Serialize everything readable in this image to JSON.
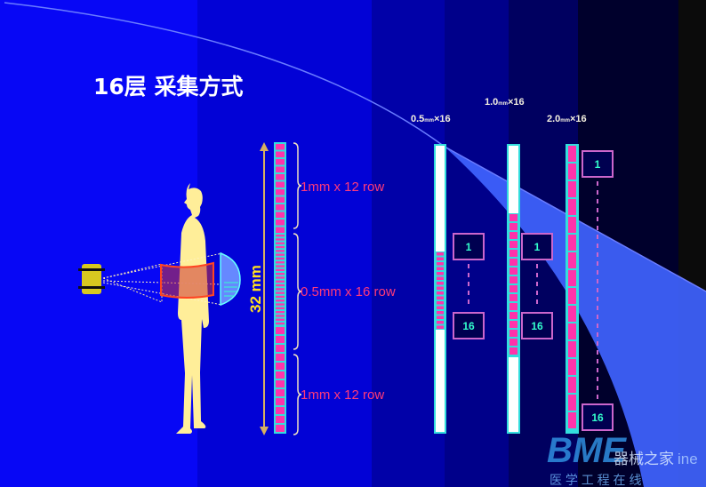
{
  "title": "16层 采集方式",
  "scale_label": "32 mm",
  "center_detector": {
    "rows": [
      {
        "label": "1mm x 12 row"
      },
      {
        "label": "0.5mm x 16 row"
      },
      {
        "label": "1mm x 12 row"
      }
    ]
  },
  "modes": [
    {
      "value": "0.5",
      "unit": "mm",
      "suffix": "×16",
      "first": "1",
      "last": "16"
    },
    {
      "value": "1.0",
      "unit": "mm",
      "suffix": "×16",
      "first": "1",
      "last": "16"
    },
    {
      "value": "2.0",
      "unit": "mm",
      "suffix": "×16",
      "first": "1",
      "last": "16"
    }
  ],
  "watermark": {
    "logo": "BME",
    "line1": "器械之家",
    "line2": "医 学 工 程 在 线",
    "suffix": "ine"
  },
  "colors": {
    "detector_cell": "#ff33aa",
    "cell_border": "#33dddd",
    "label": "#ff3a7a",
    "box_text": "#33ffcc",
    "scale": "#ffe020"
  }
}
